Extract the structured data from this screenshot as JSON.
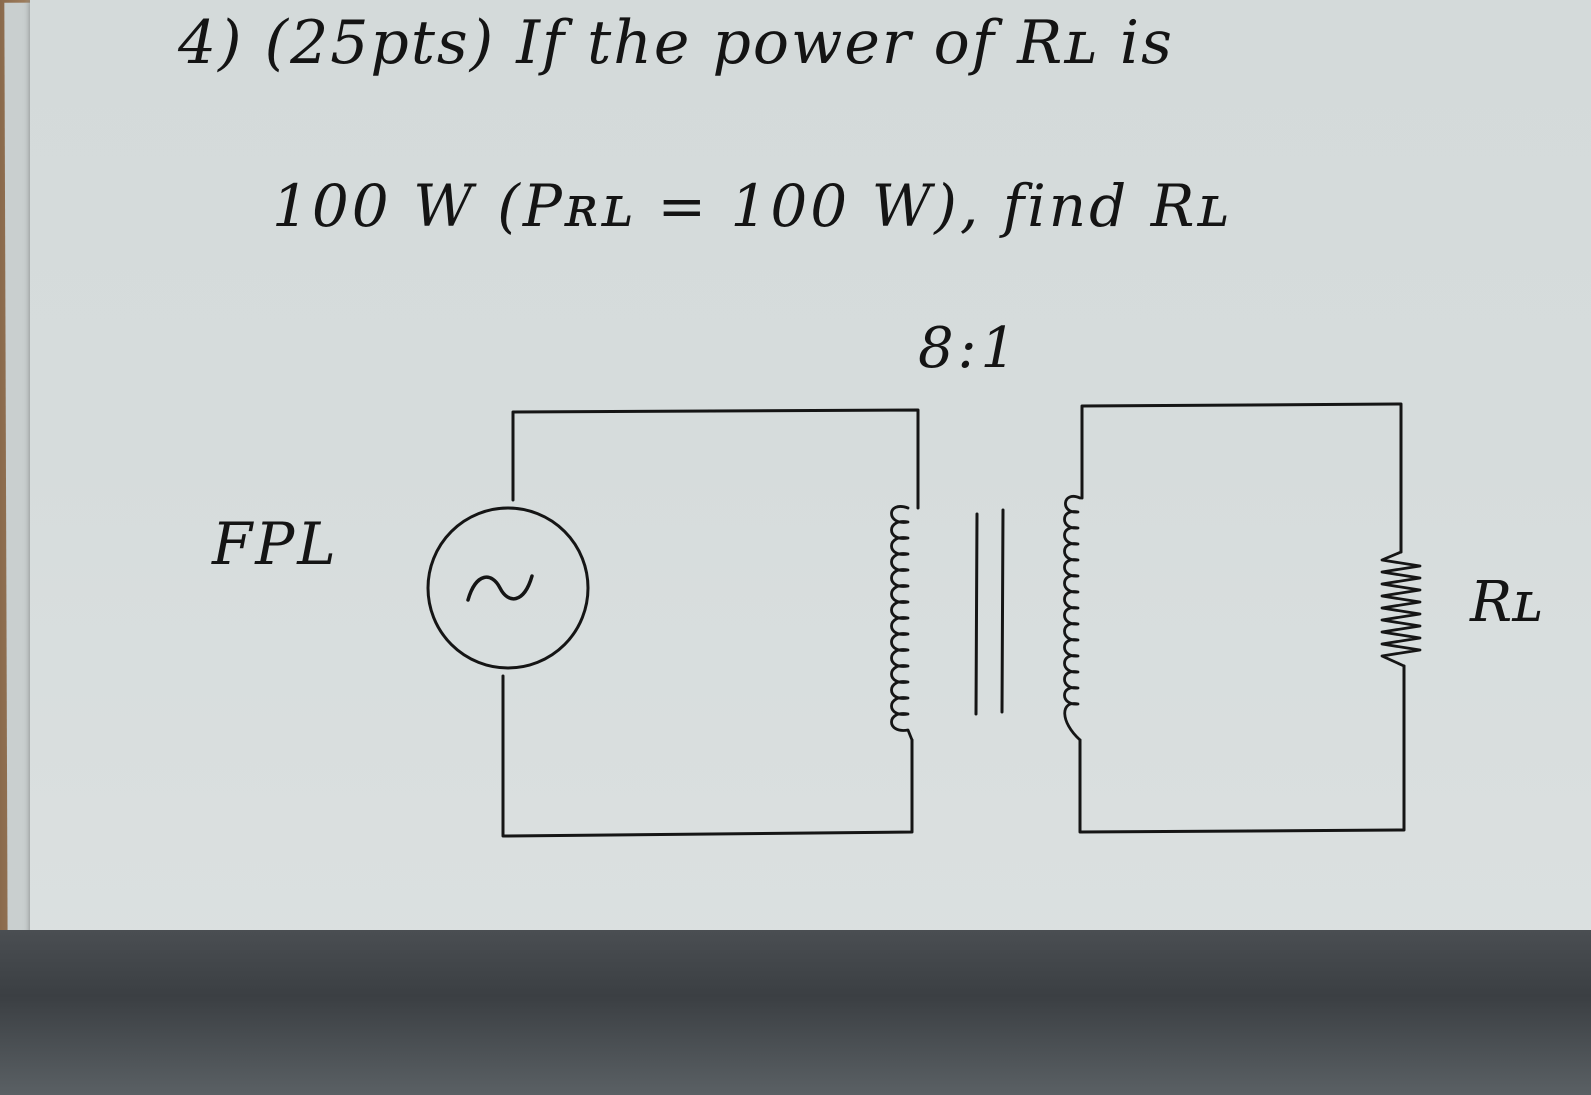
{
  "problem": {
    "line1": "4) (25pts) If the power of Rʟ is",
    "line2": "100 W (Pʀʟ = 100 W), find Rʟ"
  },
  "circuit": {
    "turns_ratio": "8:1",
    "source_label": "FPL",
    "load_label": "Rʟ",
    "source_symbol": "∼"
  }
}
